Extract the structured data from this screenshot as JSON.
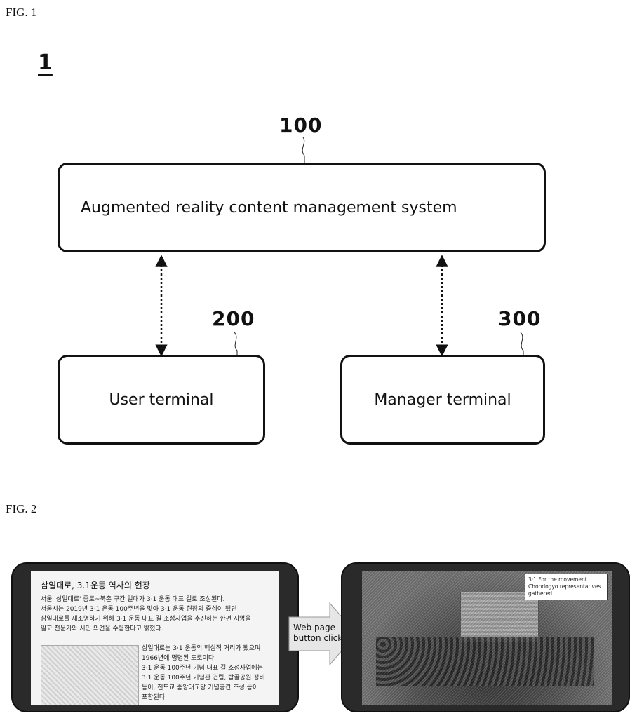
{
  "fig1": {
    "label": "FIG. 1",
    "system_number": "1",
    "nodes": [
      {
        "ref": "100",
        "label": "Augmented reality content management system"
      },
      {
        "ref": "200",
        "label": "User terminal"
      },
      {
        "ref": "300",
        "label": "Manager terminal"
      }
    ]
  },
  "fig2": {
    "label": "FIG. 2",
    "arrow_label_line1": "Web page",
    "arrow_label_line2": "button click",
    "left_screen": {
      "title": "삼일대로, 3.1운동 역사의 현장",
      "lines_top": [
        "서울 '삼일대로' 종로~북촌 구간 일대가 3·1 운동 대표 길로 조성된다.",
        "서울시는 2019년 3·1 운동 100주년을 맞아 3·1 운동 현장의 중심이 됐던",
        "삼일대로를 재조명하기 위해 3·1 운동 대표 길 조성사업을 추진하는 한편 지명을",
        "알고 전문가와 시민 의견을 수렴한다고 밝혔다."
      ],
      "lines_right": [
        "삼일대로는 3·1 운동의 핵심적 거리가 됐으며",
        "1966년에 명명된 도로이다.",
        "3·1 운동 100주년 기념 대표 길 조성사업에는",
        "3·1 운동 100주년 기념관 건립, 탑골공원 정비",
        "등이, 천도교 중앙대교당 기념공간 조성 등이",
        "포함된다."
      ]
    },
    "right_screen": {
      "caption_lines": [
        "3·1 For the movement",
        "Chondogyo representatives",
        "gathered"
      ]
    }
  }
}
